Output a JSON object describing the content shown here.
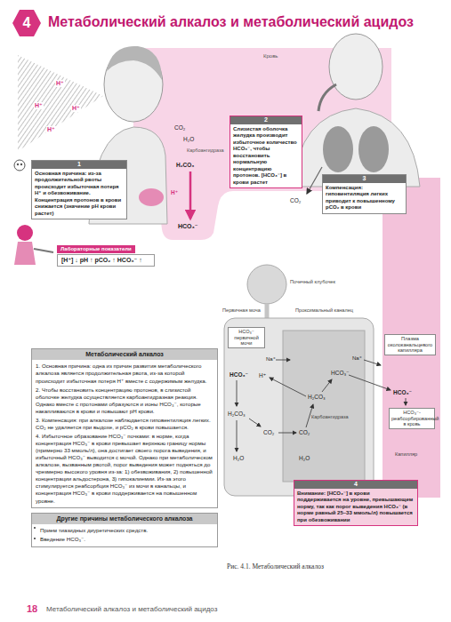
{
  "diagram": {
    "title": "Метаболический алкалоз и метаболический ацидоз",
    "caption": "Рис. 4.1. Метаболический алкалоз",
    "nodes": [
      {
        "text": [
          "1",
          "Основная причина: из-за продолжительной рвоты происходит избыточная потеря H⁺ и обезвоживание. Концентрация протонов в крови снижается (значение pH крови растет)"
        ]
      },
      {
        "text": [
          "2",
          "Слизистая оболочка желудка производит избыточное количество HCO₃⁻, чтобы восстановить нормальную концентрацию протонов. [HCO₃⁻] в крови растет"
        ]
      },
      {
        "text": [
          "3",
          "Компенсация: гиповентиляция легких приводит к повышенному pCO₂ в крови"
        ]
      },
      {
        "text": [
          "Лабораторные показатели",
          "[H⁺] ↓ pH ↑ pCO₂ ↑ HCO₃⁻ ↑"
        ]
      },
      {
        "text": [
          "HCO₃⁻ первичной мочи"
        ]
      },
      {
        "text": [
          "Плазма околоканальцевого капилляра"
        ]
      },
      {
        "text": [
          "Метаболический алкалоз",
          "1. Основная причина: одна из причин развития метаболического алкалоза является продолжительная рвота, из-за которой происходит избыточная потеря H⁺ вместе с содержимым желудка.",
          "2. Чтобы восстановить концентрацию протонов, в слизистой оболочке желудка осуществляется карбоангидразная реакция. Однако вместе с протонами образуются и ионы HCO₃⁻, которые накапливаются в крови и повышают pH крови.",
          "3. Компенсация: при алкалозе наблюдается гиповентиляция легких. CO₂ не удаляется при выдохе, и pCO₂ в крови повышается.",
          "4. Избыточное образование HCO₃⁻ почками: в норме, когда концентрация HCO₃⁻ в крови превышает верхнюю границу нормы (примерно 33 ммоль/л), она достигает своего порога выведения, и избыточный HCO₃⁻ выводится с мочой. Однако при метаболическом алкалозе, вызванным рвотой, порог выведения может подняться до чрезмерно высокого уровня из-за: 1) обезвоживания, 2) повышенной концентрации альдостерона, 3) гипокалиемии. Из-за этого стимулируется реабсорбция HCO₃⁻ из мочи в канальцы, и концентрация HCO₃⁻ в крови поддерживается на повышенном уровне."
        ]
      },
      {
        "text": [
          "HCO₃⁻- реабсорбированный в кровь"
        ]
      },
      {
        "text": [
          "4",
          "Внимание: [HCO₃⁻] в крови поддерживается на уровне, превышающем норму, так как порог выведения HCO₃⁻ (в норме равный 25–33 ммоль/л) повышается при обезвоживании"
        ]
      },
      {
        "text": [
          "Другие причины метаболического алкалоза",
          "Прием тиазидных диуретических средств.",
          "Введение HCO₃⁻."
        ]
      }
    ],
    "labels": [
      "4",
      "Кровь",
      "H⁺",
      "H⁺",
      "H⁺",
      "H⁺",
      "CO₂",
      "H₂O",
      "Карбоангидраза",
      "H₂CO₃",
      "H⁺",
      "HCO₃⁻",
      "CO₂",
      "Почечный клубочек",
      "Первичная моча",
      "Проксимальный каналец",
      "Na⁺",
      "HCO₃⁻",
      "H⁺",
      "H₂CO₃",
      "CO₂",
      "CO₂",
      "Карбоангидраза",
      "H₂O",
      "H₂O",
      "Na⁺",
      "HCO₃⁻",
      "Капилляр",
      "18",
      "Метаболический алкалоз и метаболический ацидоз",
      "H₂CO₃",
      "HCO₃⁻"
    ]
  }
}
